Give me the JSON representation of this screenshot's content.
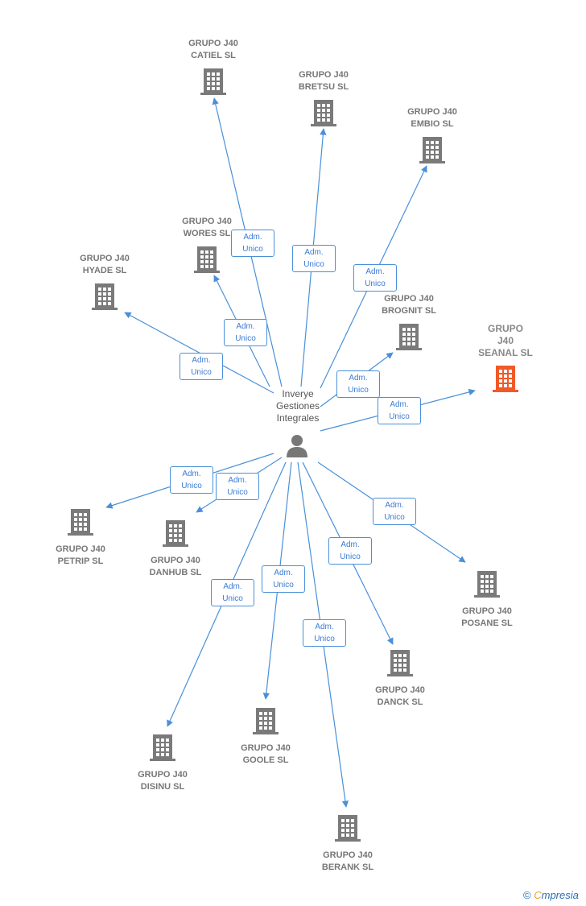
{
  "center": {
    "label": "Inverye\nGestiones\nIntegrales"
  },
  "edge_label": "Adm.\nUnico",
  "colors": {
    "company": "#7a7a7a",
    "highlight": "#f05a28",
    "edge": "#4a90d9",
    "person": "#777777"
  },
  "companies": [
    {
      "id": "catiel",
      "label": "GRUPO J40\nCATIEL  SL"
    },
    {
      "id": "bretsu",
      "label": "GRUPO J40\nBRETSU  SL"
    },
    {
      "id": "embio",
      "label": "GRUPO J40\nEMBIO  SL"
    },
    {
      "id": "wores",
      "label": "GRUPO J40\nWORES  SL"
    },
    {
      "id": "hyade",
      "label": "GRUPO J40\nHYADE  SL"
    },
    {
      "id": "brognit",
      "label": "GRUPO J40\nBROGNIT  SL"
    },
    {
      "id": "seanal",
      "label": "GRUPO\nJ40\nSEANAL  SL",
      "highlight": true
    },
    {
      "id": "petrip",
      "label": "GRUPO J40\nPETRIP  SL"
    },
    {
      "id": "danhub",
      "label": "GRUPO J40\nDANHUB  SL"
    },
    {
      "id": "posane",
      "label": "GRUPO J40\nPOSANE  SL"
    },
    {
      "id": "danck",
      "label": "GRUPO J40\nDANCK  SL"
    },
    {
      "id": "goole",
      "label": "GRUPO J40\nGOOLE  SL"
    },
    {
      "id": "disinu",
      "label": "GRUPO J40\nDISINU  SL"
    },
    {
      "id": "berank",
      "label": "GRUPO J40\nBERANK  SL"
    }
  ],
  "footer": {
    "copyright": "©",
    "brand_initial": "C",
    "brand_rest": "mpresia"
  }
}
